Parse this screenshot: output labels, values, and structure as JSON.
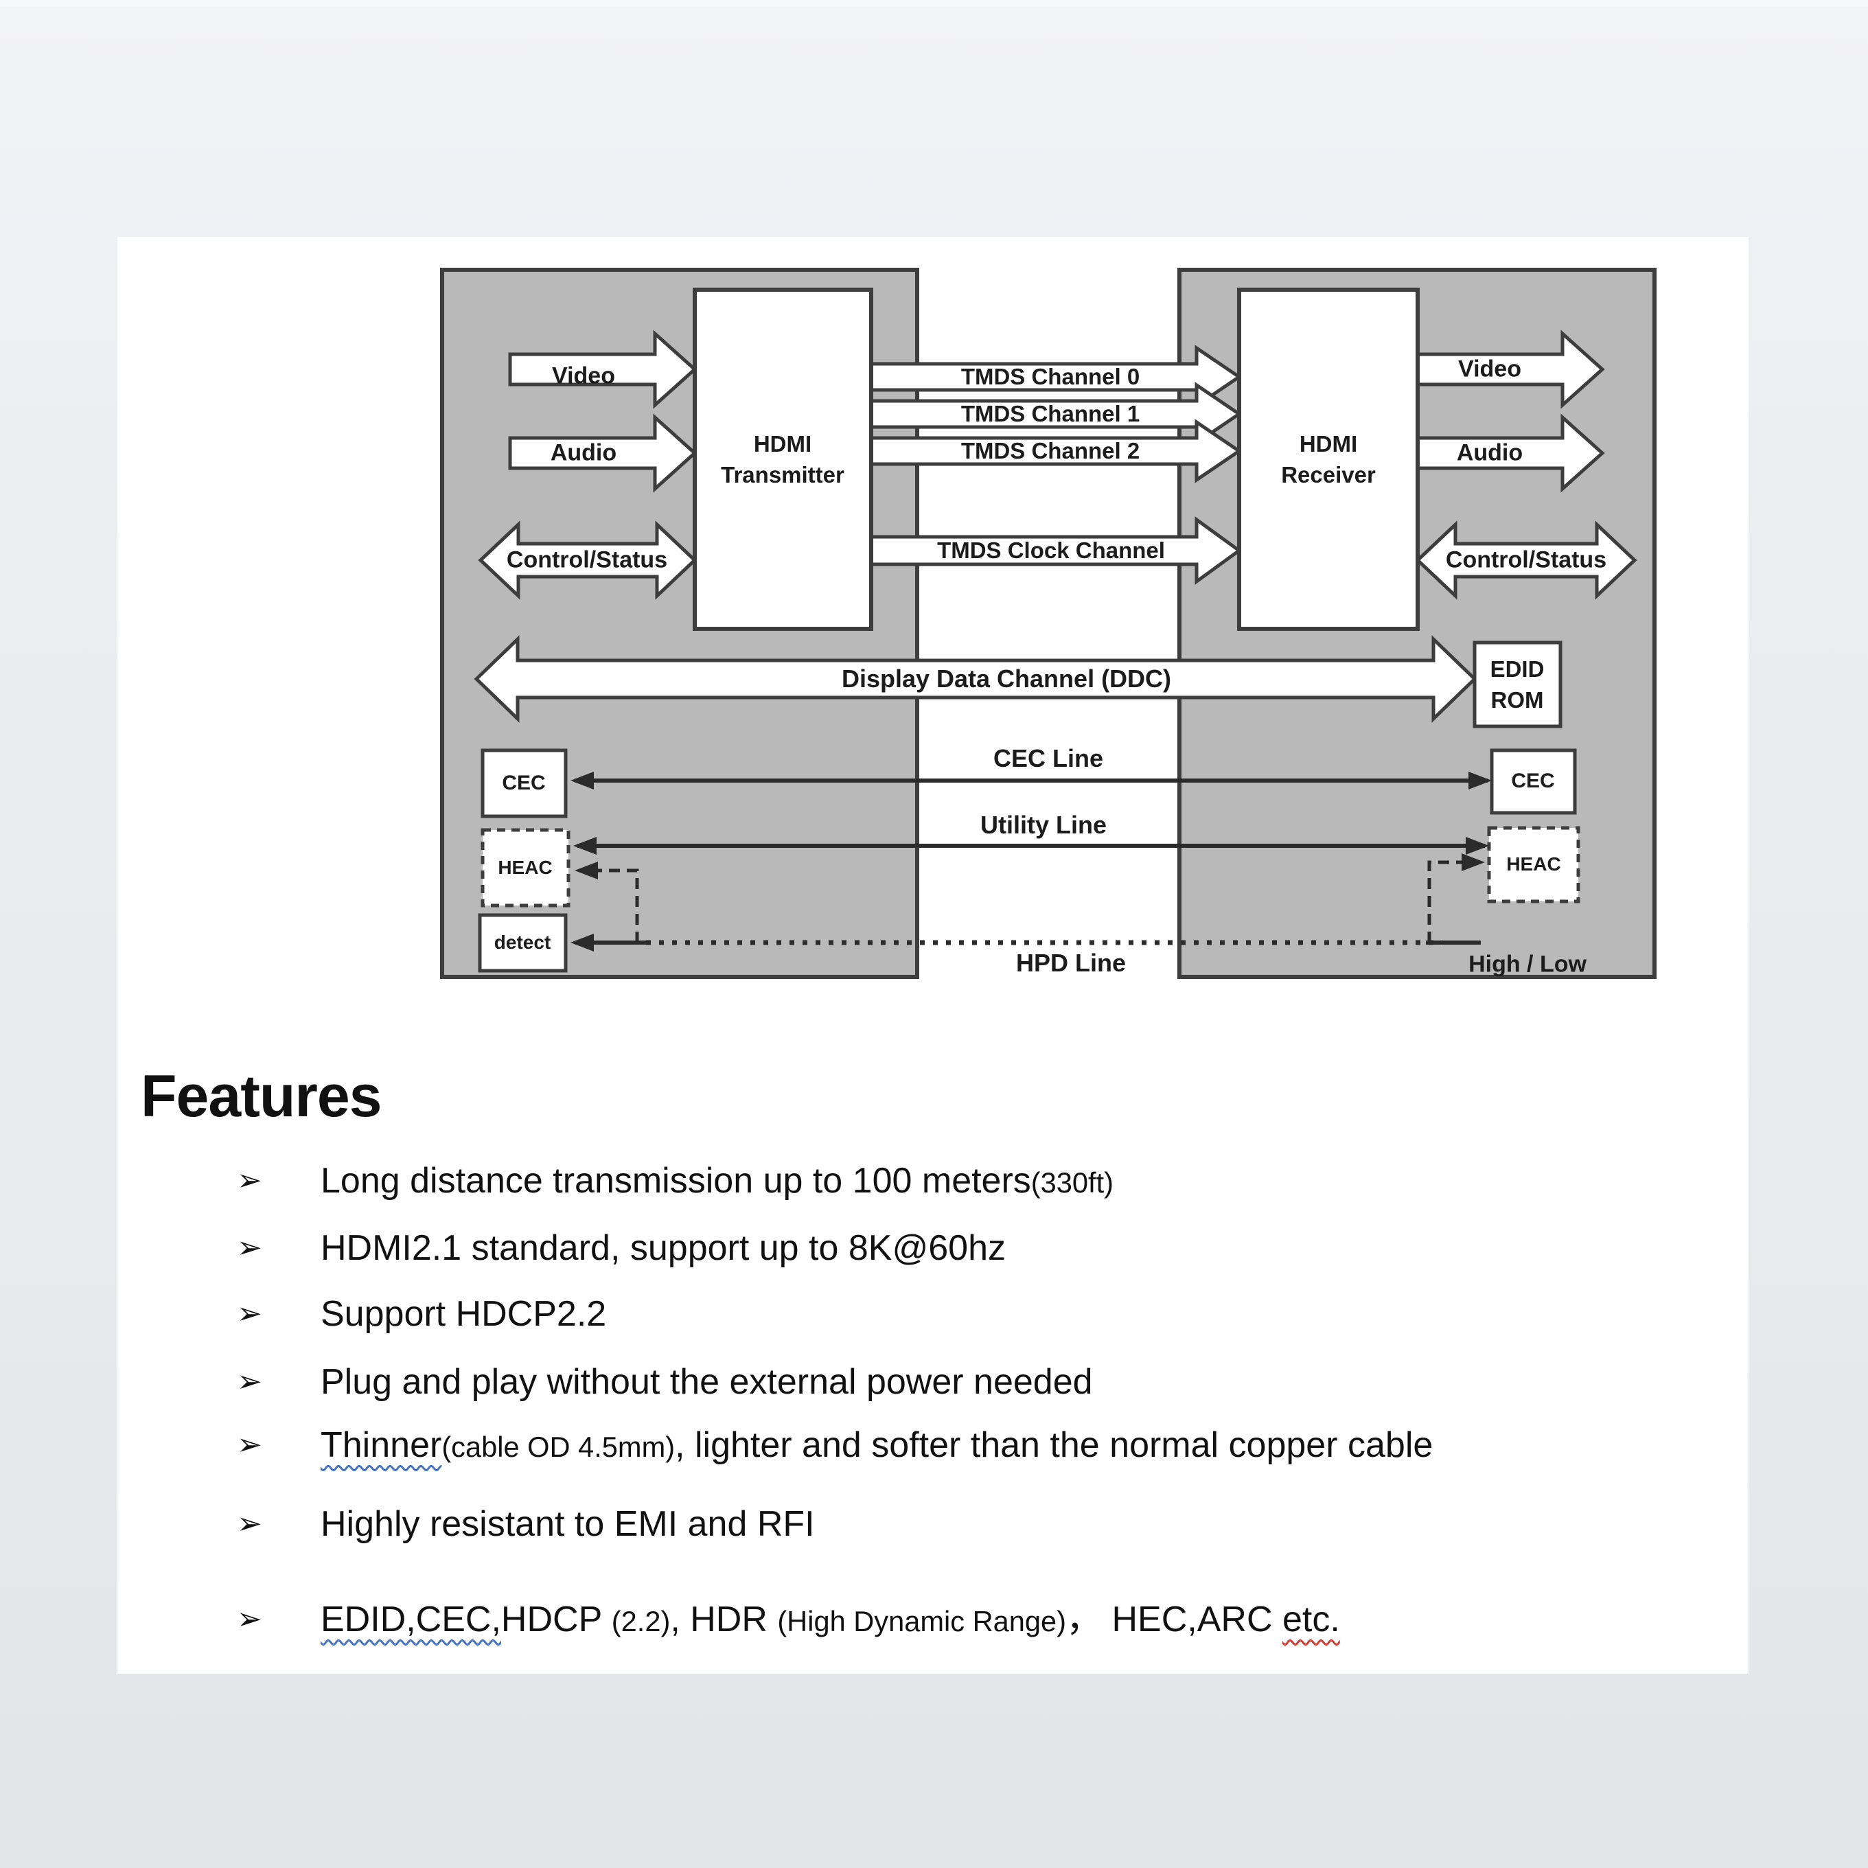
{
  "page": {
    "background_color": "#e8eaed",
    "slide_color": "#ffffff"
  },
  "diagram": {
    "colors": {
      "panel_gray": "#b9b9b9",
      "outline": "#3d3d3d",
      "box_white": "#ffffff",
      "label_text": "#1c1c1c"
    },
    "transmitter": {
      "line1": "HDMI",
      "line2": "Transmitter"
    },
    "receiver": {
      "line1": "HDMI",
      "line2": "Receiver"
    },
    "left_arrows": {
      "video": "Video",
      "audio": "Audio",
      "control_status": "Control/Status"
    },
    "right_arrows": {
      "video": "Video",
      "audio": "Audio",
      "control_status": "Control/Status"
    },
    "channels": {
      "tmds0": "TMDS Channel 0",
      "tmds1": "TMDS Channel 1",
      "tmds2": "TMDS Channel 2",
      "clock": "TMDS Clock Channel"
    },
    "ddc_label": "Display Data Channel (DDC)",
    "edid_rom": {
      "line1": "EDID",
      "line2": "ROM"
    },
    "cec_left": "CEC",
    "cec_right": "CEC",
    "heac_left": "HEAC",
    "heac_right": "HEAC",
    "detect": "detect",
    "cec_line": "CEC Line",
    "utility_line": "Utility Line",
    "hpd_line": "HPD Line",
    "high_low": "High / Low"
  },
  "features": {
    "heading": "Features",
    "marker": "➢",
    "underline_colors": {
      "blue": "#4472c4",
      "red": "#d23c32"
    },
    "bullets": [
      {
        "segments": [
          {
            "t": "Long distance transmission up to 100 meters"
          },
          {
            "t": "(330ft)",
            "small": true
          }
        ]
      },
      {
        "segments": [
          {
            "t": "HDMI2.1 standard, support up to 8K@60hz"
          }
        ]
      },
      {
        "segments": [
          {
            "t": "Support HDCP2.2"
          }
        ]
      },
      {
        "segments": [
          {
            "t": "Plug and play without the external power needed"
          }
        ]
      },
      {
        "segments": [
          {
            "t": "Thinner",
            "underline": "blue"
          },
          {
            "t": "(cable OD 4.5mm)",
            "small": true
          },
          {
            "t": ", lighter and softer than the normal copper cable"
          }
        ]
      },
      {
        "segments": [
          {
            "t": "Highly resistant to EMI and RFI"
          }
        ]
      },
      {
        "segments": [
          {
            "t": "EDID,CEC,",
            "underline": "blue"
          },
          {
            "t": "HDCP "
          },
          {
            "t": "(2.2)",
            "small": true
          },
          {
            "t": ", HDR "
          },
          {
            "t": "(High Dynamic Range)",
            "small": true
          },
          {
            "t": "，  HEC,ARC "
          },
          {
            "t": "etc.",
            "underline": "red"
          }
        ]
      }
    ]
  }
}
